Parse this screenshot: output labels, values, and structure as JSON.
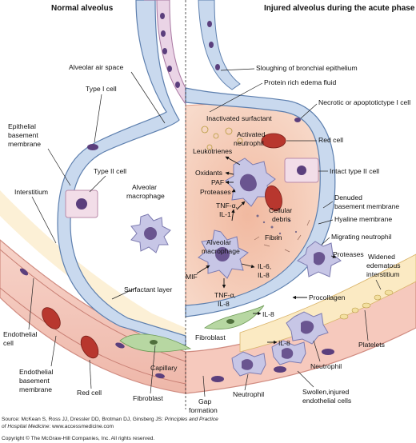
{
  "headings": {
    "left": "Normal alveolus",
    "right": "Injured alveolus during the acute phase"
  },
  "labels": {
    "alveolar_air_space": "Alveolar air space",
    "type1_cell": "Type I cell",
    "epithelial_bm_1": "Epithelial",
    "epithelial_bm_2": "basement",
    "epithelial_bm_3": "membrane",
    "type2_cell": "Type II cell",
    "alv_mac_left_1": "Alveolar",
    "alv_mac_left_2": "macrophage",
    "interstitium": "Interstitium",
    "surfactant_layer": "Surfactant layer",
    "endothelial_cell_1": "Endothelial",
    "endothelial_cell_2": "cell",
    "endothelial_bm_1": "Endothelial",
    "endothelial_bm_2": "basement",
    "endothelial_bm_3": "membrane",
    "red_cell_left": "Red cell",
    "capillary": "Capillary",
    "fibroblast_left": "Fibroblast",
    "gap_1": "Gap",
    "gap_2": "formation",
    "sloughing": "Sloughing of bronchial epithelium",
    "protein_edema": "Protein rich edema fluid",
    "necrotic": "Necrotic or apoptotictype I cell",
    "inactivated_surfactant": "Inactivated surfactant",
    "red_cell_right": "Red cell",
    "activated_neutrophil_1": "Activated",
    "activated_neutrophil_2": "neutrophil",
    "leukotrienes": "Leukotrienes",
    "oxidants": "Oxidants",
    "paf": "PAF",
    "proteases_left": "Proteases",
    "intact_type2": "Intact type II cell",
    "tnf_top_1": "TNF-α,",
    "tnf_top_2": "IL-1",
    "cellular_debris_1": "Cellular",
    "cellular_debris_2": "debris",
    "denuded_1": "Denuded",
    "denuded_2": "basement membrane",
    "hyaline": "Hyaline membrane",
    "fibrin": "Fibrin",
    "alv_mac_right_1": "Alveolar",
    "alv_mac_right_2": "macrophage",
    "migrating_neutrophil": "Migrating neutrophil",
    "mif": "MIF",
    "il6_1": "IL-6,",
    "il6_2": "IL-8",
    "proteases_right": "Proteases",
    "widened_1": "Widened",
    "widened_2": "edematous",
    "widened_3": "interstitium",
    "tnf_bottom_1": "TNF-α,",
    "tnf_bottom_2": "IL-8",
    "procollagen": "Procollagen",
    "il8_a": "IL-8",
    "fibroblast_right": "Fibroblast",
    "il8_b": "IL-8",
    "platelets": "Platelets",
    "neutrophil_right": "Neutrophil",
    "neutrophil_bottom": "Neutrophil",
    "swollen_1": "Swollen,injured",
    "swollen_2": "endothelial cells"
  },
  "source": {
    "prefix": "Source: McKean S, Ross JJ, Dressler DD, Brotman DJ, Ginsberg JS: ",
    "title_1": "Principles and Practice",
    "title_2": "of Hospital Medicine",
    "suffix": ": www.accessmedicine.com",
    "copyright": "Copyright © The McGraw-Hill Companies, Inc. All rights reserved."
  },
  "colors": {
    "epithelium": "#c9d9ee",
    "epithelium_edge": "#5d7fae",
    "edema": "#f4cdb8",
    "cytoplasm": "#f2dde8",
    "nucleus": "#5b3f7d",
    "red_cell": "#b8372e",
    "capillary_wall": "#f1b7ad",
    "fibroblast": "#b7d7a2",
    "interstitium_fill": "#fbe9c6",
    "macrophage": "#c7c6e6"
  }
}
